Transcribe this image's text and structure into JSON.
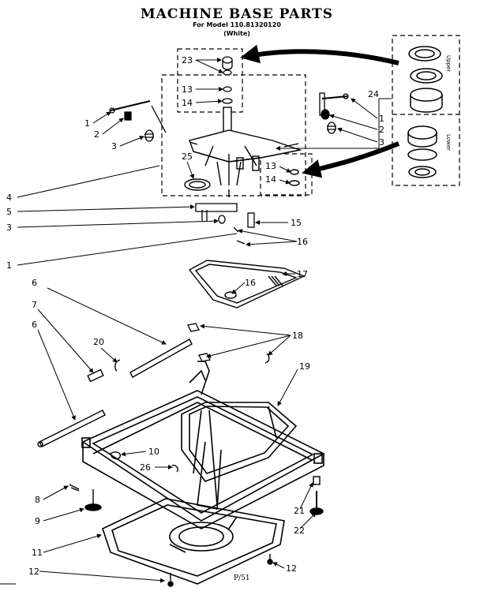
{
  "header": {
    "title": "MACHINE BASE PARTS",
    "model": "For Model 110.81320120",
    "color": "(White)"
  },
  "inset": {
    "upper": "Upper",
    "lower": "Lower"
  },
  "callouts": {
    "c1a": "1",
    "c2a": "2",
    "c3a": "3",
    "c1b": "1",
    "c2b": "2",
    "c3b": "3",
    "c23": "23",
    "c13a": "13",
    "c14a": "14",
    "c13b": "13",
    "c14b": "14",
    "c24": "24",
    "c25": "25",
    "c4": "4",
    "c5": "5",
    "c3c": "3",
    "c15": "15",
    "c16a": "16",
    "c1c": "1",
    "c16b": "16",
    "c17": "17",
    "c6a": "6",
    "c7": "7",
    "c6b": "6",
    "c20": "20",
    "c18": "18",
    "c19": "19",
    "c10": "10",
    "c26": "26",
    "c8": "8",
    "c9": "9",
    "c21": "21",
    "c22": "22",
    "c11": "11",
    "c12a": "12",
    "c12b": "12"
  },
  "footer": {
    "page_code": "P/51"
  }
}
